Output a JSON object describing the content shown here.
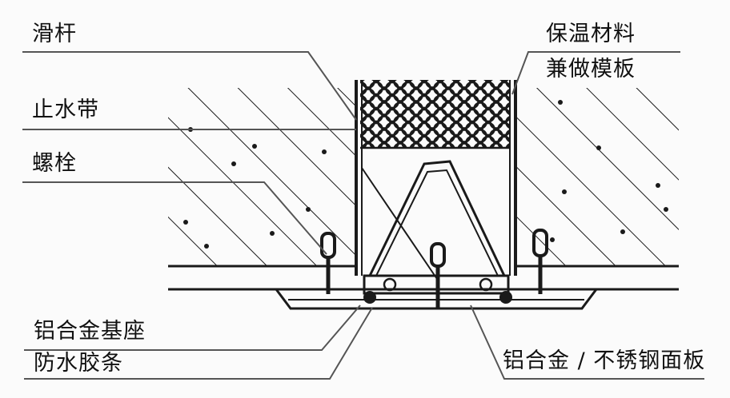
{
  "labels": {
    "slide_rod": "滑杆",
    "water_stop": "止水带",
    "bolt": "螺栓",
    "insulation_line1": "保温材料",
    "insulation_line2": "兼做模板",
    "alu_base": "铝合金基座",
    "waterproof_strip": "防水胶条",
    "cover_plate": "铝合金 / 不锈钢面板"
  },
  "colors": {
    "ink": "#1a1a1a",
    "leader": "#555555",
    "background": "#fbfbfb"
  }
}
